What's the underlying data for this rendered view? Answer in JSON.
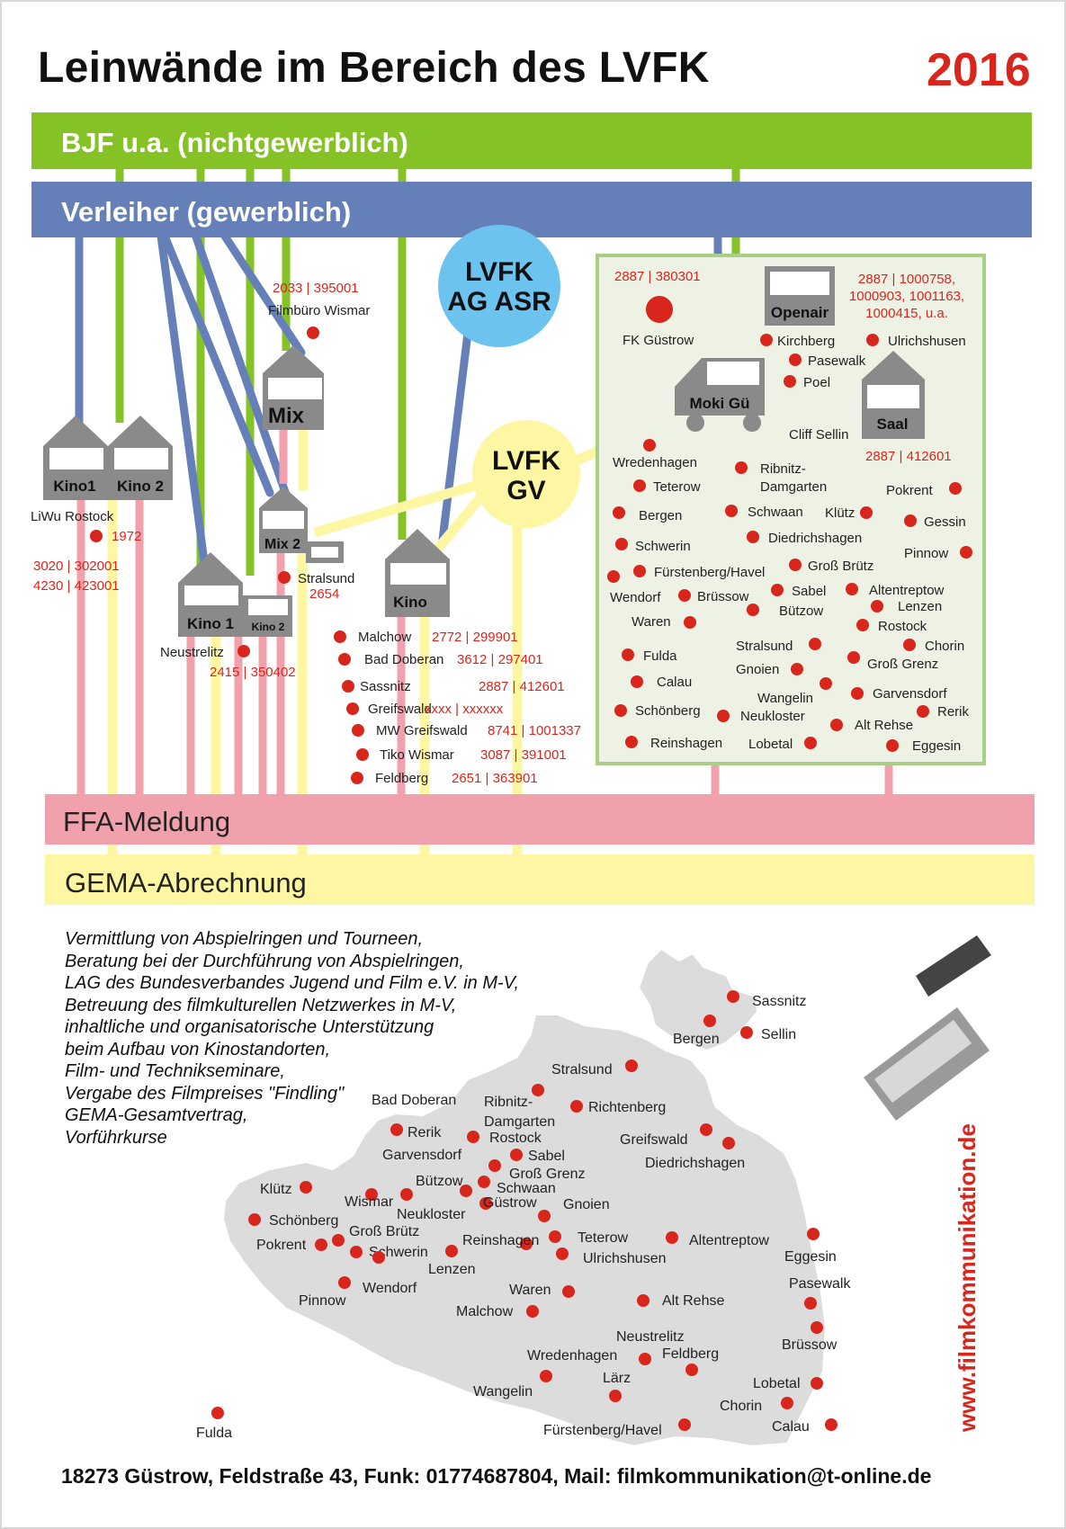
{
  "header": {
    "title": "Leinwände im Bereich des LVFK",
    "year": "2016"
  },
  "colors": {
    "green": "#85c226",
    "blue": "#6580b9",
    "pink": "#f0a1ab",
    "yellow": "#fdf7a3",
    "light_blue": "#6cc3ef",
    "red": "#d9261c",
    "panel_fill": "#edf2e4",
    "panel_border": "#a9cf86",
    "house": "#8a8a8a",
    "map": "#dcdcdc"
  },
  "bars": {
    "bjf": "BJF u.a. (nichtgewerblich)",
    "verleiher": "Verleiher (gewerblich)",
    "ffa": "FFA-Meldung",
    "gema": "GEMA-Abrechnung"
  },
  "hubs": {
    "ag_asr": [
      "LVFK",
      "AG ASR"
    ],
    "gv": [
      "LVFK",
      "GV"
    ]
  },
  "houses": {
    "kino1": "Kino1",
    "kino2": "Kino 2",
    "mix": "Mix",
    "mix2": "Mix 2",
    "nkino1": "Kino 1",
    "nkino2": "Kino 2",
    "kino": "Kino",
    "moki": "Moki Gü",
    "openair": "Openair",
    "saal": "Saal"
  },
  "venues": {
    "rostock_name": "LiWu Rostock",
    "rostock_year": "1972",
    "rostock_ids": [
      "3020 | 302001",
      "4230 | 423001"
    ],
    "wismar_id": "2033 | 395001",
    "wismar_name": "Filmbüro Wismar",
    "stralsund_name": "Stralsund",
    "stralsund_id": "2654",
    "neustrelitz_name": "Neustrelitz",
    "neustrelitz_id": "2415 | 350402"
  },
  "kino_list": [
    {
      "name": "Malchow",
      "id": "2772 | 299901"
    },
    {
      "name": "Bad Doberan",
      "id": "3612 | 297401"
    },
    {
      "name": "Sassnitz",
      "id": "2887 | 412601"
    },
    {
      "name": "Greifswald",
      "id": "xxxx | xxxxxx"
    },
    {
      "name": "MW Greifswald",
      "id": "8741 | 1001337"
    },
    {
      "name": "Tiko Wismar",
      "id": "3087 | 391001"
    },
    {
      "name": "Feldberg",
      "id": "2651 | 363901"
    }
  ],
  "panel": {
    "fk_id": "2887 | 380301",
    "fk_name": "FK Güstrow",
    "openair_ids": [
      "2887 | 1000758,",
      "1000903, 1001163,",
      "1000415, u.a."
    ],
    "saal_id": "2887 | 412601",
    "places": [
      {
        "name": "Kirchberg"
      },
      {
        "name": "Ulrichshusen"
      },
      {
        "name": "Pasewalk"
      },
      {
        "name": "Poel"
      },
      {
        "name": "Cliff Sellin"
      },
      {
        "name": "Wredenhagen"
      },
      {
        "name": "Teterow"
      },
      {
        "name": "Ribnitz-"
      },
      {
        "name": "Damgarten"
      },
      {
        "name": "Pokrent"
      },
      {
        "name": "Bergen"
      },
      {
        "name": "Schwaan"
      },
      {
        "name": "Klütz"
      },
      {
        "name": "Gessin"
      },
      {
        "name": "Schwerin"
      },
      {
        "name": "Diedrichshagen"
      },
      {
        "name": "Pinnow"
      },
      {
        "name": "Fürstenberg/Havel"
      },
      {
        "name": "Groß Brütz"
      },
      {
        "name": "Wendorf"
      },
      {
        "name": "Brüssow"
      },
      {
        "name": "Sabel"
      },
      {
        "name": "Altentreptow"
      },
      {
        "name": "Bützow"
      },
      {
        "name": "Lenzen"
      },
      {
        "name": "Waren"
      },
      {
        "name": "Rostock"
      },
      {
        "name": "Stralsund"
      },
      {
        "name": "Chorin"
      },
      {
        "name": "Fulda"
      },
      {
        "name": "Gnoien"
      },
      {
        "name": "Groß Grenz"
      },
      {
        "name": "Calau"
      },
      {
        "name": "Wangelin"
      },
      {
        "name": "Garvensdorf"
      },
      {
        "name": "Schönberg"
      },
      {
        "name": "Neukloster"
      },
      {
        "name": "Rerik"
      },
      {
        "name": "Alt Rehse"
      },
      {
        "name": "Reinshagen"
      },
      {
        "name": "Lobetal"
      },
      {
        "name": "Eggesin"
      }
    ]
  },
  "services": [
    "Vermittlung von Abspielringen und Tourneen,",
    "Beratung bei der Durchführung von Abspielringen,",
    "LAG des Bundesverbandes Jugend und Film e.V. in M-V,",
    "Betreuung des filmkulturellen Netzwerkes in M-V,",
    "inhaltliche und organisatorische Unterstützung",
    "beim Aufbau von Kinostandorten,",
    "Film- und Technikseminare,",
    "Vergabe des Filmpreises \"Findling\"",
    "GEMA-Gesamtvertrag,",
    "Vorführkurse"
  ],
  "map_places": [
    {
      "name": "Sassnitz"
    },
    {
      "name": "Bergen"
    },
    {
      "name": "Sellin"
    },
    {
      "name": "Stralsund"
    },
    {
      "name": "Bad Doberan"
    },
    {
      "name": "Ribnitz-"
    },
    {
      "name": "Damgarten"
    },
    {
      "name": "Richtenberg"
    },
    {
      "name": "Rerik"
    },
    {
      "name": "Rostock"
    },
    {
      "name": "Greifswald"
    },
    {
      "name": "Garvensdorf"
    },
    {
      "name": "Sabel"
    },
    {
      "name": "Diedrichshagen"
    },
    {
      "name": "Groß Grenz"
    },
    {
      "name": "Klütz"
    },
    {
      "name": "Bützow"
    },
    {
      "name": "Schwaan"
    },
    {
      "name": "Wismar"
    },
    {
      "name": "Güstrow"
    },
    {
      "name": "Gnoien"
    },
    {
      "name": "Neukloster"
    },
    {
      "name": "Schönberg"
    },
    {
      "name": "Groß Brütz"
    },
    {
      "name": "Teterow"
    },
    {
      "name": "Altentreptow"
    },
    {
      "name": "Pokrent"
    },
    {
      "name": "Reinshagen"
    },
    {
      "name": "Schwerin"
    },
    {
      "name": "Ulrichshusen"
    },
    {
      "name": "Eggesin"
    },
    {
      "name": "Lenzen"
    },
    {
      "name": "Pasewalk"
    },
    {
      "name": "Wendorf"
    },
    {
      "name": "Waren"
    },
    {
      "name": "Pinnow"
    },
    {
      "name": "Alt Rehse"
    },
    {
      "name": "Malchow"
    },
    {
      "name": "Neustrelitz"
    },
    {
      "name": "Brüssow"
    },
    {
      "name": "Wredenhagen"
    },
    {
      "name": "Feldberg"
    },
    {
      "name": "Lärz"
    },
    {
      "name": "Lobetal"
    },
    {
      "name": "Wangelin"
    },
    {
      "name": "Chorin"
    },
    {
      "name": "Fulda"
    },
    {
      "name": "Fürstenberg/Havel"
    },
    {
      "name": "Calau"
    }
  ],
  "footer": {
    "contact": "18273 Güstrow, Feldstraße 43, Funk: 01774687804, Mail: filmkommunikation@t-online.de",
    "website": "www.filmkommunikation.de"
  }
}
